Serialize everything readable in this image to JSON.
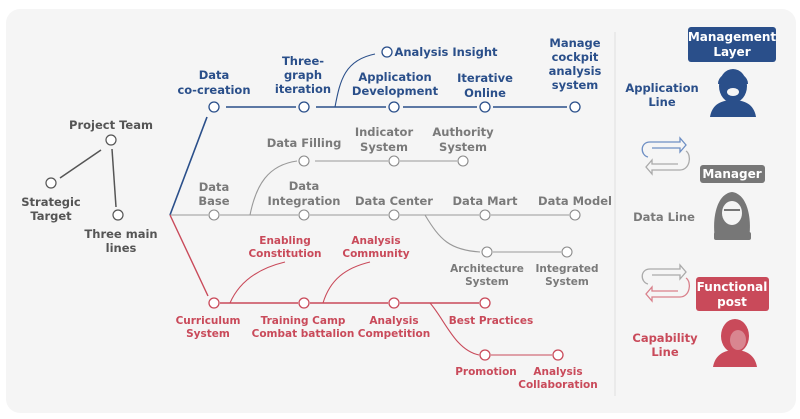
{
  "root": {
    "strategic_target": [
      "Strategic",
      "Target"
    ],
    "project_team": "Project Team",
    "three_main_lines": [
      "Three main",
      "lines"
    ]
  },
  "application_line_nodes": {
    "data_cocreation": [
      "Data",
      "co-creation"
    ],
    "three_graph_iteration": [
      "Three-",
      "graph",
      "iteration"
    ],
    "analysis_insight": "Analysis Insight",
    "application_development": [
      "Application",
      "Development"
    ],
    "iterative_online": [
      "Iterative",
      "Online"
    ],
    "manage_cockpit": [
      "Manage",
      "cockpit",
      "analysis",
      "system"
    ]
  },
  "data_line_nodes": {
    "data_base": [
      "Data",
      "Base"
    ],
    "data_filling": "Data Filling",
    "indicator_system": [
      "Indicator",
      "System"
    ],
    "authority_system": [
      "Authority",
      "System"
    ],
    "data_integration": [
      "Data",
      "Integration"
    ],
    "data_center": "Data Center",
    "data_mart": "Data Mart",
    "data_model": "Data Model",
    "architecture_system": [
      "Architecture",
      "System"
    ],
    "integrated_system": [
      "Integrated",
      "System"
    ]
  },
  "capability_line_nodes": {
    "curriculum_system": [
      "Curriculum",
      "System"
    ],
    "enabling_constitution": [
      "Enabling",
      "Constitution"
    ],
    "training_camp": [
      "Training Camp",
      "Combat battalion"
    ],
    "analysis_community": [
      "Analysis",
      "Community"
    ],
    "analysis_competition": [
      "Analysis",
      "Competition"
    ],
    "best_practices": "Best Practices",
    "promotion": "Promotion",
    "analysis_collaboration": [
      "Analysis",
      "Collaboration"
    ]
  },
  "legend": {
    "management_layer": [
      "Management",
      "Layer"
    ],
    "application_line": [
      "Application",
      "Line"
    ],
    "manager": "Manager",
    "data_line": "Data Line",
    "functional_post": [
      "Functional",
      "post"
    ],
    "capability_line": [
      "Capability",
      "Line"
    ]
  },
  "colors": {
    "blue": "#2a4f8a",
    "gray": "#7a7a7a",
    "red": "#c94a5a",
    "background": "#f5f5f5"
  }
}
